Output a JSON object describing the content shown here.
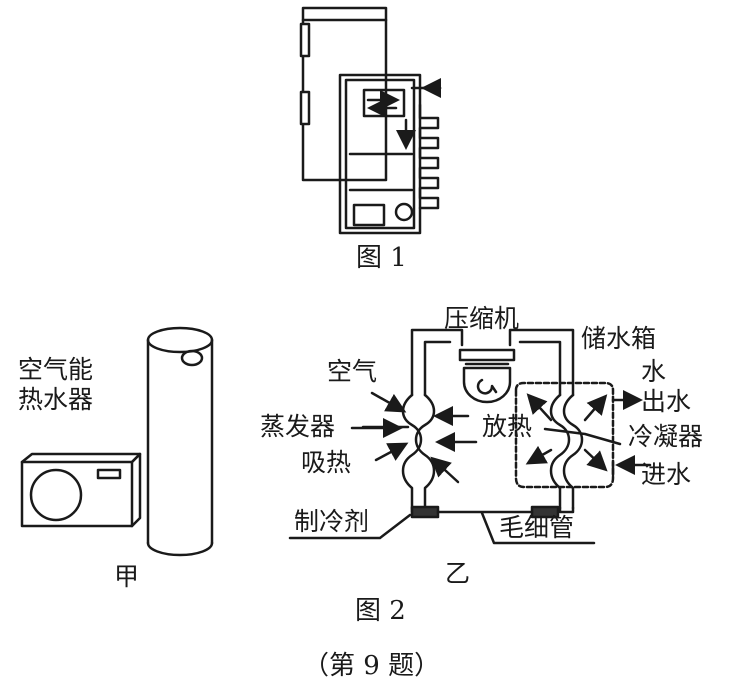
{
  "figure1": {
    "caption": "图 1"
  },
  "figure2": {
    "caption": "图 2",
    "sub_a": {
      "caption": "甲",
      "title_line1": "空气能",
      "title_line2": "热水器"
    },
    "sub_b": {
      "caption": "乙",
      "compressor": "压缩机",
      "air": "空气",
      "evaporator": "蒸发器",
      "absorb_heat": "吸热",
      "refrigerant": "制冷剂",
      "capillary": "毛细管",
      "tank": "储水箱",
      "water": "水",
      "release_heat": "放热",
      "water_out": "出水",
      "condenser": "冷凝器",
      "water_in": "进水"
    }
  },
  "question_label": "（第 9 题）"
}
